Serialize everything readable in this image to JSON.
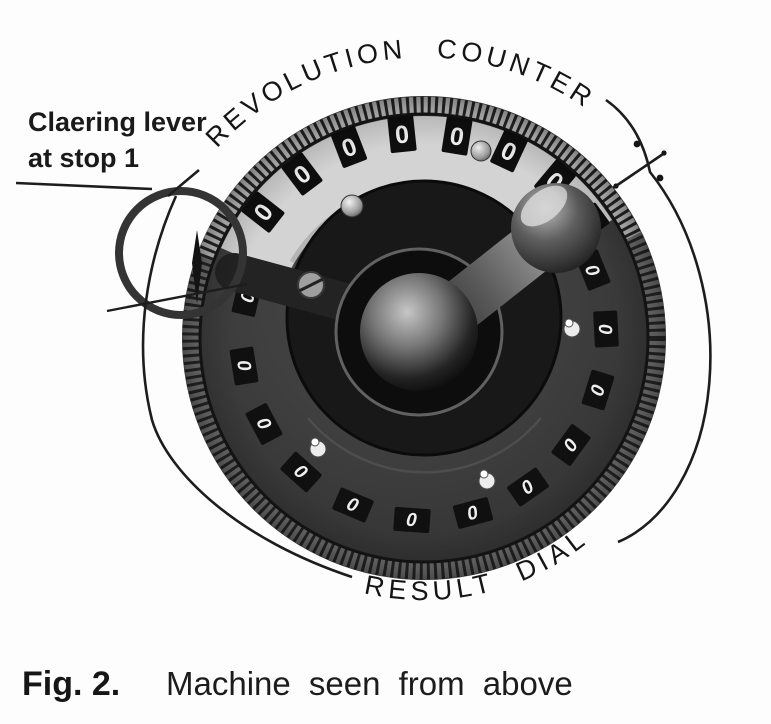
{
  "figure": {
    "caption_bold": "Fig. 2.",
    "caption_text": "Machine seen from above"
  },
  "labels": {
    "revolution_counter": "REVOLUTION COUNTER",
    "result_dial": "RESULT DIAL",
    "clearing_lever_line1": "Claering lever",
    "clearing_lever_line2": "at stop 1"
  },
  "dials": {
    "revolution_counter": {
      "window_count": 8,
      "digits": [
        "0",
        "0",
        "0",
        "0",
        "0",
        "0",
        "0",
        "0"
      ]
    },
    "result_dial": {
      "window_count": 12,
      "digits": [
        "0",
        "0",
        "0",
        "0",
        "0",
        "0",
        "0",
        "0",
        "0",
        "0",
        "0",
        "0"
      ]
    }
  },
  "colors": {
    "paper": "#fdfdfd",
    "ink": "#1a1a1a",
    "counter_band_light": "#d3d3d3",
    "result_band_dark": "#3e3e3e",
    "window_black": "#0e0e0e",
    "digit_white": "#f2f2f2"
  }
}
